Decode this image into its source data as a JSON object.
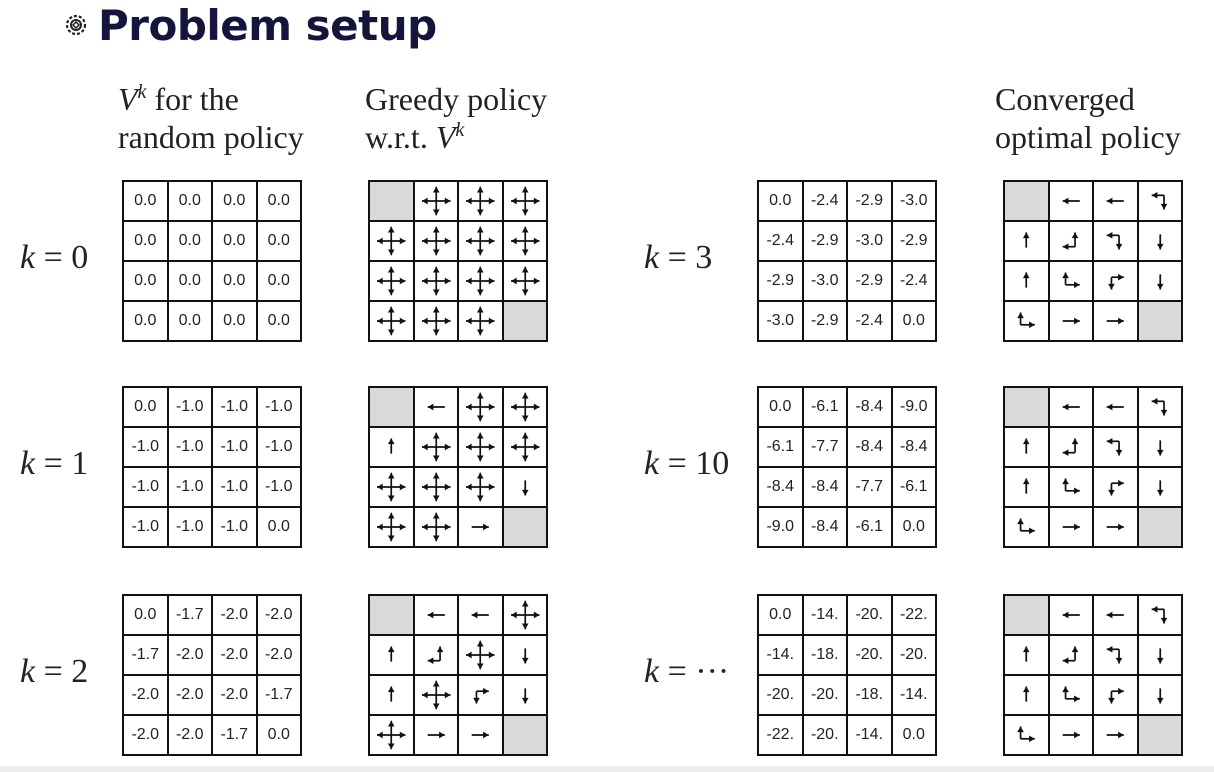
{
  "title": "Problem setup",
  "headers": {
    "value_l1": "for the",
    "value_l2": "random policy",
    "value_sym": "V",
    "value_sup": "k",
    "greedy_l1": "Greedy policy",
    "greedy_l2": "w.r.t. ",
    "greedy_sym": "V",
    "greedy_sup": "k",
    "conv_l1": "Converged",
    "conv_l2": "optimal policy"
  },
  "rows": [
    {
      "label": "0",
      "values": [
        [
          "0.0",
          "0.0",
          "0.0",
          "0.0"
        ],
        [
          "0.0",
          "0.0",
          "0.0",
          "0.0"
        ],
        [
          "0.0",
          "0.0",
          "0.0",
          "0.0"
        ],
        [
          "0.0",
          "0.0",
          "0.0",
          "0.0"
        ]
      ],
      "policy": [
        [
          "T",
          "NESW",
          "NESW",
          "NESW"
        ],
        [
          "NESW",
          "NESW",
          "NESW",
          "NESW"
        ],
        [
          "NESW",
          "NESW",
          "NESW",
          "NESW"
        ],
        [
          "NESW",
          "NESW",
          "NESW",
          "T"
        ]
      ]
    },
    {
      "label": "1",
      "values": [
        [
          "0.0",
          "-1.0",
          "-1.0",
          "-1.0"
        ],
        [
          "-1.0",
          "-1.0",
          "-1.0",
          "-1.0"
        ],
        [
          "-1.0",
          "-1.0",
          "-1.0",
          "-1.0"
        ],
        [
          "-1.0",
          "-1.0",
          "-1.0",
          "0.0"
        ]
      ],
      "policy": [
        [
          "T",
          "W",
          "NESW",
          "NESW"
        ],
        [
          "N",
          "NESW",
          "NESW",
          "NESW"
        ],
        [
          "NESW",
          "NESW",
          "NESW",
          "S"
        ],
        [
          "NESW",
          "NESW",
          "E",
          "T"
        ]
      ]
    },
    {
      "label": "2",
      "values": [
        [
          "0.0",
          "-1.7",
          "-2.0",
          "-2.0"
        ],
        [
          "-1.7",
          "-2.0",
          "-2.0",
          "-2.0"
        ],
        [
          "-2.0",
          "-2.0",
          "-2.0",
          "-1.7"
        ],
        [
          "-2.0",
          "-2.0",
          "-1.7",
          "0.0"
        ]
      ],
      "policy": [
        [
          "T",
          "W",
          "W",
          "NESW"
        ],
        [
          "N",
          "NW",
          "NESW",
          "S"
        ],
        [
          "N",
          "NESW",
          "ES",
          "S"
        ],
        [
          "NESW",
          "E",
          "E",
          "T"
        ]
      ]
    },
    {
      "label": "3",
      "values": [
        [
          "0.0",
          "-2.4",
          "-2.9",
          "-3.0"
        ],
        [
          "-2.4",
          "-2.9",
          "-3.0",
          "-2.9"
        ],
        [
          "-2.9",
          "-3.0",
          "-2.9",
          "-2.4"
        ],
        [
          "-3.0",
          "-2.9",
          "-2.4",
          "0.0"
        ]
      ],
      "policy": [
        [
          "T",
          "W",
          "W",
          "SW"
        ],
        [
          "N",
          "NW",
          "SW",
          "S"
        ],
        [
          "N",
          "NE",
          "ES",
          "S"
        ],
        [
          "NE",
          "E",
          "E",
          "T"
        ]
      ]
    },
    {
      "label": "10",
      "values": [
        [
          "0.0",
          "-6.1",
          "-8.4",
          "-9.0"
        ],
        [
          "-6.1",
          "-7.7",
          "-8.4",
          "-8.4"
        ],
        [
          "-8.4",
          "-8.4",
          "-7.7",
          "-6.1"
        ],
        [
          "-9.0",
          "-8.4",
          "-6.1",
          "0.0"
        ]
      ],
      "policy": [
        [
          "T",
          "W",
          "W",
          "SW"
        ],
        [
          "N",
          "NW",
          "SW",
          "S"
        ],
        [
          "N",
          "NE",
          "ES",
          "S"
        ],
        [
          "NE",
          "E",
          "E",
          "T"
        ]
      ]
    },
    {
      "label": "···",
      "values": [
        [
          "0.0",
          "-14.",
          "-20.",
          "-22."
        ],
        [
          "-14.",
          "-18.",
          "-20.",
          "-20."
        ],
        [
          "-20.",
          "-20.",
          "-18.",
          "-14."
        ],
        [
          "-22.",
          "-20.",
          "-14.",
          "0.0"
        ]
      ],
      "policy": [
        [
          "T",
          "W",
          "W",
          "SW"
        ],
        [
          "N",
          "NW",
          "SW",
          "S"
        ],
        [
          "N",
          "NE",
          "ES",
          "S"
        ],
        [
          "NE",
          "E",
          "E",
          "T"
        ]
      ]
    }
  ],
  "converged_policy": [
    [
      "T",
      "W",
      "W",
      "SW"
    ],
    [
      "N",
      "NW",
      "SW",
      "S"
    ],
    [
      "N",
      "NE",
      "ES",
      "S"
    ],
    [
      "NE",
      "E",
      "E",
      "T"
    ]
  ],
  "colors": {
    "title": "#14143c",
    "terminal": "#d9d9d9",
    "grid": "#111111"
  }
}
